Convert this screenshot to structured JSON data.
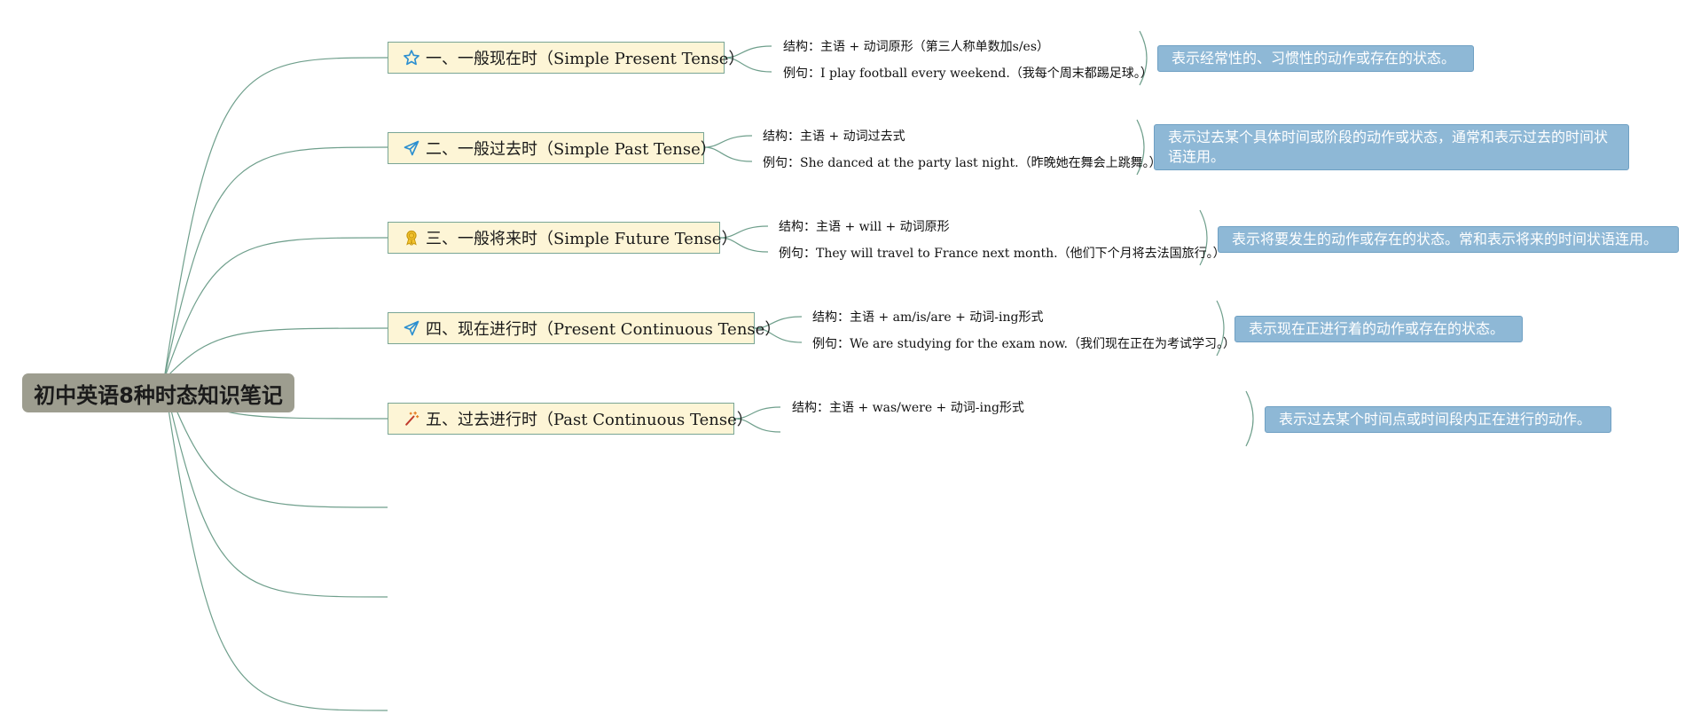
{
  "root": {
    "title": "初中英语8种时态知识笔记"
  },
  "colors": {
    "line": "#6f9f8c",
    "branch_fill": "#fdf5d6",
    "branch_border": "#79a595",
    "note_fill": "#8eb8d6",
    "root_fill": "#9d9d8f"
  },
  "branches": [
    {
      "icon": "star-icon",
      "label": "一、一般现在时（Simple Present Tense）",
      "structure": "结构：主语 + 动词原形（第三人称单数加s/es）",
      "example": "例句：I play football every weekend.（我每个周末都踢足球。）",
      "note": "表示经常性的、习惯性的动作或存在的状态。"
    },
    {
      "icon": "paper-plane-icon",
      "label": "二、一般过去时（Simple Past Tense）",
      "structure": "结构：主语 + 动词过去式",
      "example": "例句：She danced at the party last night.（昨晚她在舞会上跳舞。）",
      "note": "表示过去某个具体时间或阶段的动作或状态，通常和表示过去的时间状语连用。"
    },
    {
      "icon": "medal-icon",
      "label": "三、一般将来时（Simple Future Tense）",
      "structure": "结构：主语 + will + 动词原形",
      "example": "例句：They will travel to France next month.（他们下个月将去法国旅行。）",
      "note": "表示将要发生的动作或存在的状态。常和表示将来的时间状语连用。"
    },
    {
      "icon": "paper-plane-icon",
      "label": "四、现在进行时（Present Continuous Tense）",
      "structure": "结构：主语 + am/is/are + 动词-ing形式",
      "example": "例句：We are studying for the exam now.（我们现在正在为考试学习。）",
      "note": "表示现在正进行着的动作或存在的状态。"
    },
    {
      "icon": "magic-wand-icon",
      "label": "五、过去进行时（Past Continuous Tense）",
      "structure": "结构：主语 + was/were + 动词-ing形式",
      "example": "",
      "note": "表示过去某个时间点或时间段内正在进行的动作。"
    }
  ]
}
